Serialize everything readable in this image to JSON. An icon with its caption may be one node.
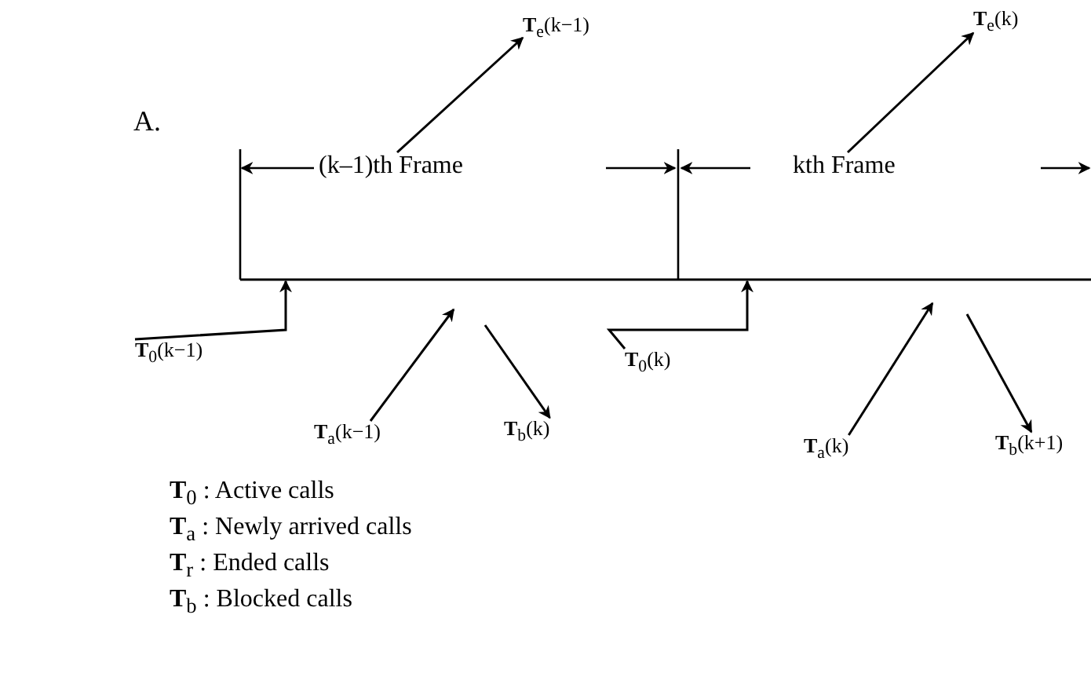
{
  "diagram": {
    "nodes": [
      {
        "text": [
          "**T**$_{e}$(k−1)"
        ]
      },
      {
        "text": [
          "**T**$_{e}$(k)"
        ]
      },
      {
        "text": [
          "(k–1)th Frame"
        ]
      },
      {
        "text": [
          "kth Frame"
        ]
      },
      {
        "text": [
          "**T**$_{0}$(k−1)"
        ]
      },
      {
        "text": [
          "**T**$_{0}$(k)"
        ]
      },
      {
        "text": [
          "**T**$_{a}$(k−1)"
        ]
      },
      {
        "text": [
          "**T**$_{b}$(k)"
        ]
      },
      {
        "text": [
          "**T**$_{a}$(k)"
        ]
      },
      {
        "text": [
          "**T**$_{b}$(k+1)"
        ]
      }
    ],
    "edges": [
      {
        "from": 2,
        "to": 0,
        "arrow": "to"
      },
      {
        "from": 3,
        "to": 1,
        "arrow": "to"
      },
      {
        "from": 4,
        "to": null,
        "arrow": "to"
      },
      {
        "from": 5,
        "to": null,
        "arrow": "to"
      },
      {
        "from": 6,
        "to": null,
        "arrow": "to"
      },
      {
        "from": null,
        "to": 7,
        "arrow": "to"
      },
      {
        "from": 8,
        "to": null,
        "arrow": "to"
      },
      {
        "from": null,
        "to": 9,
        "arrow": "to"
      }
    ],
    "labels": [
      "A.",
      "**T**$_{0}$ : Active calls",
      "**T**$_{a}$ : Newly arrived calls",
      "**T**$_{r}$ : Ended calls",
      "**T**$_{b}$ : Blocked calls"
    ]
  }
}
